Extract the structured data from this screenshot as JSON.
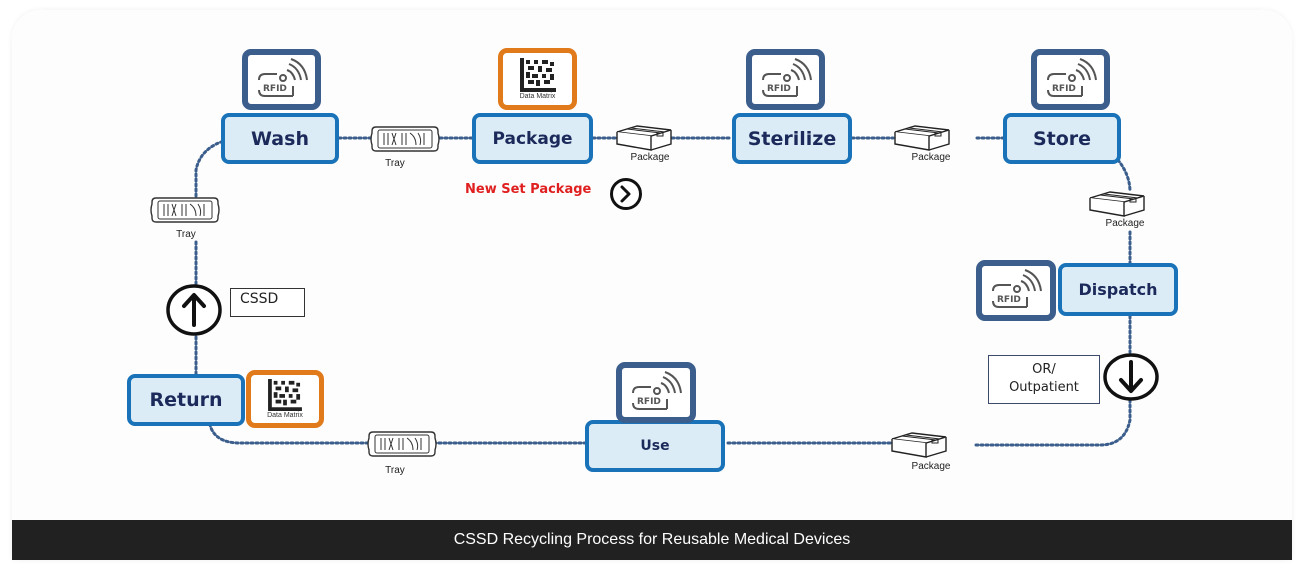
{
  "caption": "CSSD Recycling Process for Reusable Medical Devices",
  "steps": {
    "wash": "Wash",
    "package": "Package",
    "sterilize": "Sterilize",
    "store": "Store",
    "dispatch": "Dispatch",
    "use": "Use",
    "return": "Return"
  },
  "tags": {
    "rfid": "RFID",
    "data_matrix": "Data Matrix"
  },
  "items": {
    "tray": "Tray",
    "package": "Package"
  },
  "notes": {
    "new_set_package": "New Set Package",
    "cssd": "CSSD",
    "or_outpatient_line1": "OR/",
    "or_outpatient_line2": "Outpatient"
  },
  "colors": {
    "step_border": "#1a73b8",
    "step_fill": "#dcecf7",
    "step_text": "#1b2a5a",
    "rfid_border": "#3b5e8c",
    "data_matrix_border": "#e07a1a",
    "connector": "#3b5e8c",
    "note_red": "#e02020",
    "caption_bg": "#212121"
  }
}
